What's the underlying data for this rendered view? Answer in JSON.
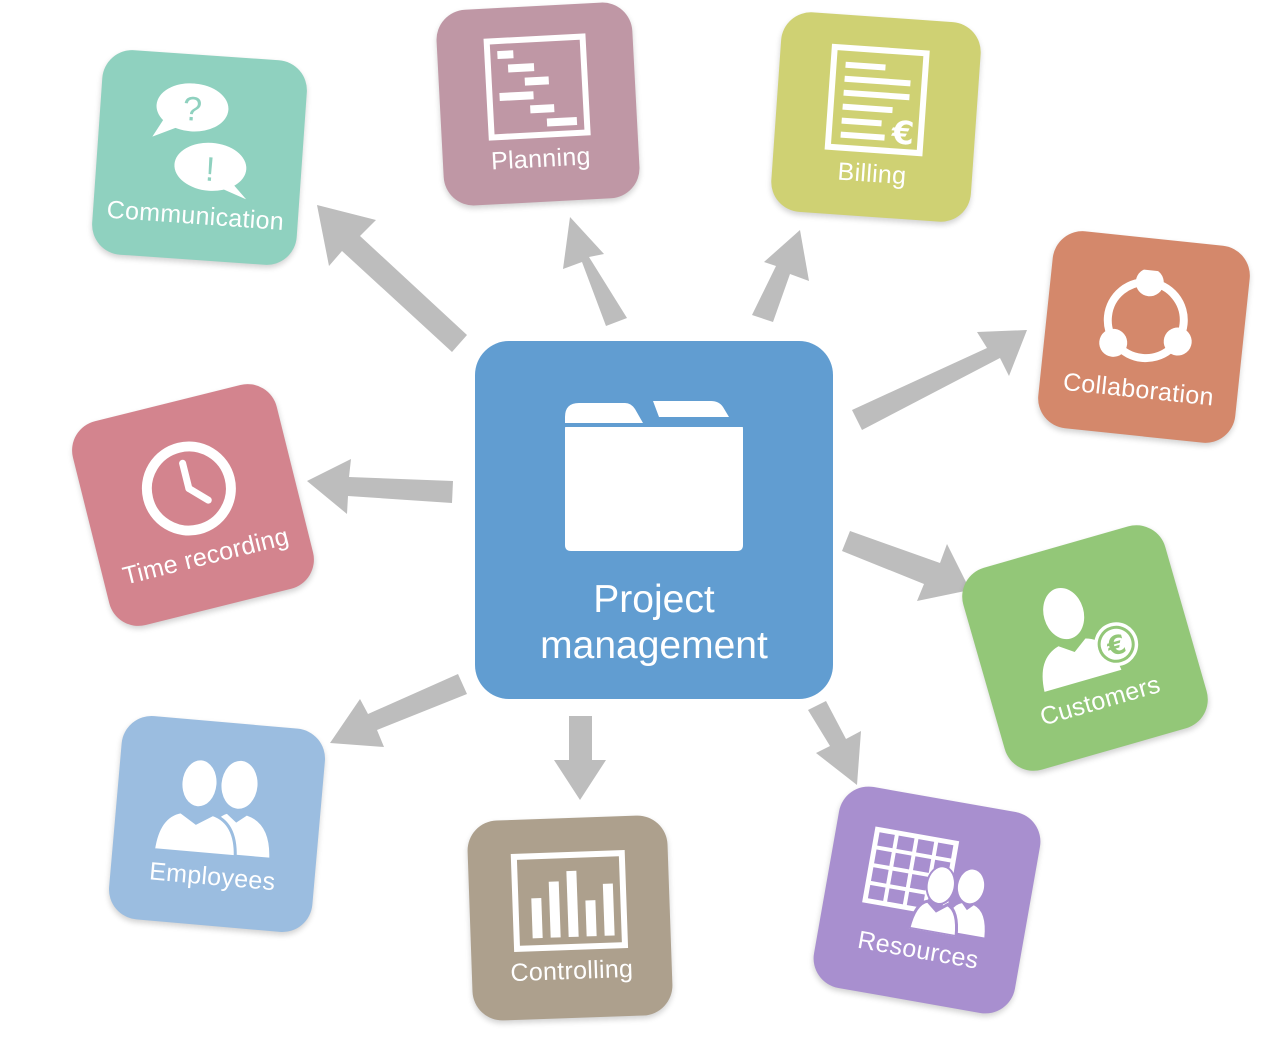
{
  "center": {
    "title_line1": "Project",
    "title_line2": "management",
    "icon": "folder-icon",
    "color": "#619dd1"
  },
  "modules": [
    {
      "key": "communication",
      "label": "Communication",
      "icon": "chat-question-exclamation-icon",
      "color": "#8fd1bf"
    },
    {
      "key": "planning",
      "label": "Planning",
      "icon": "gantt-chart-icon",
      "color": "#bf97a5"
    },
    {
      "key": "billing",
      "label": "Billing",
      "icon": "invoice-euro-icon",
      "color": "#cfd173"
    },
    {
      "key": "collaboration",
      "label": "Collaboration",
      "icon": "share-nodes-icon",
      "color": "#d4886b"
    },
    {
      "key": "time_recording",
      "label": "Time recording",
      "icon": "clock-icon",
      "color": "#d3848e"
    },
    {
      "key": "customers",
      "label": "Customers",
      "icon": "customer-euro-icon",
      "color": "#93c778"
    },
    {
      "key": "employees",
      "label": "Employees",
      "icon": "people-icon",
      "color": "#9bbde0"
    },
    {
      "key": "controlling",
      "label": "Controlling",
      "icon": "bar-chart-icon",
      "color": "#ada08d"
    },
    {
      "key": "resources",
      "label": "Resources",
      "icon": "table-people-icon",
      "color": "#a88fcf"
    }
  ],
  "arrow_color": "#bdbdbd"
}
